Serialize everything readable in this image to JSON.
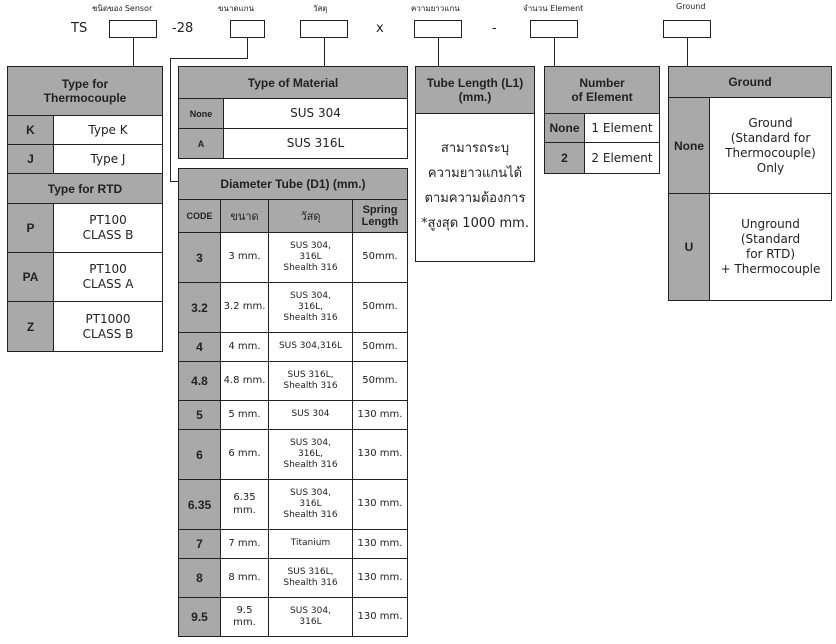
{
  "code_line": {
    "prefix": "TS",
    "sep1": "-28",
    "sep2": "x",
    "sep3": "-",
    "labels": [
      "ชนิดของ Sensor",
      "ขนาดแกน",
      "วัสดุ",
      "ความยาวแกน",
      "จำนวน Element",
      "Ground"
    ]
  },
  "thermocouple": {
    "header": "Type for\nThermocouple",
    "rows": [
      {
        "code": "K",
        "value": "Type K"
      },
      {
        "code": "J",
        "value": "Type J"
      }
    ]
  },
  "rtd": {
    "header": "Type for RTD",
    "rows": [
      {
        "code": "P",
        "value": "PT100\nCLASS B"
      },
      {
        "code": "PA",
        "value": "PT100\nCLASS A"
      },
      {
        "code": "Z",
        "value": "PT1000\nCLASS B"
      }
    ]
  },
  "material": {
    "header": "Type of Material",
    "rows": [
      {
        "code": "None",
        "value": "SUS 304"
      },
      {
        "code": "A",
        "value": "SUS 316L"
      }
    ]
  },
  "diameter": {
    "header": "Diameter Tube (D1) (mm.)",
    "columns": [
      "CODE",
      "ขนาด",
      "วัสดุ",
      "Spring\nLength"
    ],
    "rows": [
      {
        "code": "3",
        "size": "3 mm.",
        "material": "SUS 304,\n316L\nShealth 316",
        "spring": "50mm."
      },
      {
        "code": "3.2",
        "size": "3.2 mm.",
        "material": "SUS 304,\n316L,\nShealth 316",
        "spring": "50mm."
      },
      {
        "code": "4",
        "size": "4 mm.",
        "material": "SUS 304,316L",
        "spring": "50mm."
      },
      {
        "code": "4.8",
        "size": "4.8 mm.",
        "material": "SUS 316L,\nShealth 316",
        "spring": "50mm."
      },
      {
        "code": "5",
        "size": "5 mm.",
        "material": "SUS 304",
        "spring": "130 mm."
      },
      {
        "code": "6",
        "size": "6 mm.",
        "material": "SUS 304,\n316L,\nShealth 316",
        "spring": "130 mm."
      },
      {
        "code": "6.35",
        "size": "6.35 mm.",
        "material": "SUS 304,\n316L\nShealth 316",
        "spring": "130 mm."
      },
      {
        "code": "7",
        "size": "7 mm.",
        "material": "Titanium",
        "spring": "130 mm."
      },
      {
        "code": "8",
        "size": "8 mm.",
        "material": "SUS 316L,\nShealth 316",
        "spring": "130 mm."
      },
      {
        "code": "9.5",
        "size": "9.5\nmm.",
        "material": "SUS 304,\n316L",
        "spring": "130 mm."
      }
    ]
  },
  "tube_length": {
    "header": "Tube Length (L1)\n(mm.)",
    "body": "สามารถระบุ\nความยาวแกนได้\nตามความต้องการ\n*สูงสุด 1000 mm."
  },
  "elements": {
    "header": "Number\nof Element",
    "rows": [
      {
        "code": "None",
        "value": "1 Element"
      },
      {
        "code": "2",
        "value": "2 Element"
      }
    ]
  },
  "ground": {
    "header": "Ground",
    "rows": [
      {
        "code": "None",
        "value": "Ground\n(Standard for\nThermocouple)\nOnly"
      },
      {
        "code": "U",
        "value": "Unground\n(Standard\nfor RTD)\n+ Thermocouple"
      }
    ]
  }
}
